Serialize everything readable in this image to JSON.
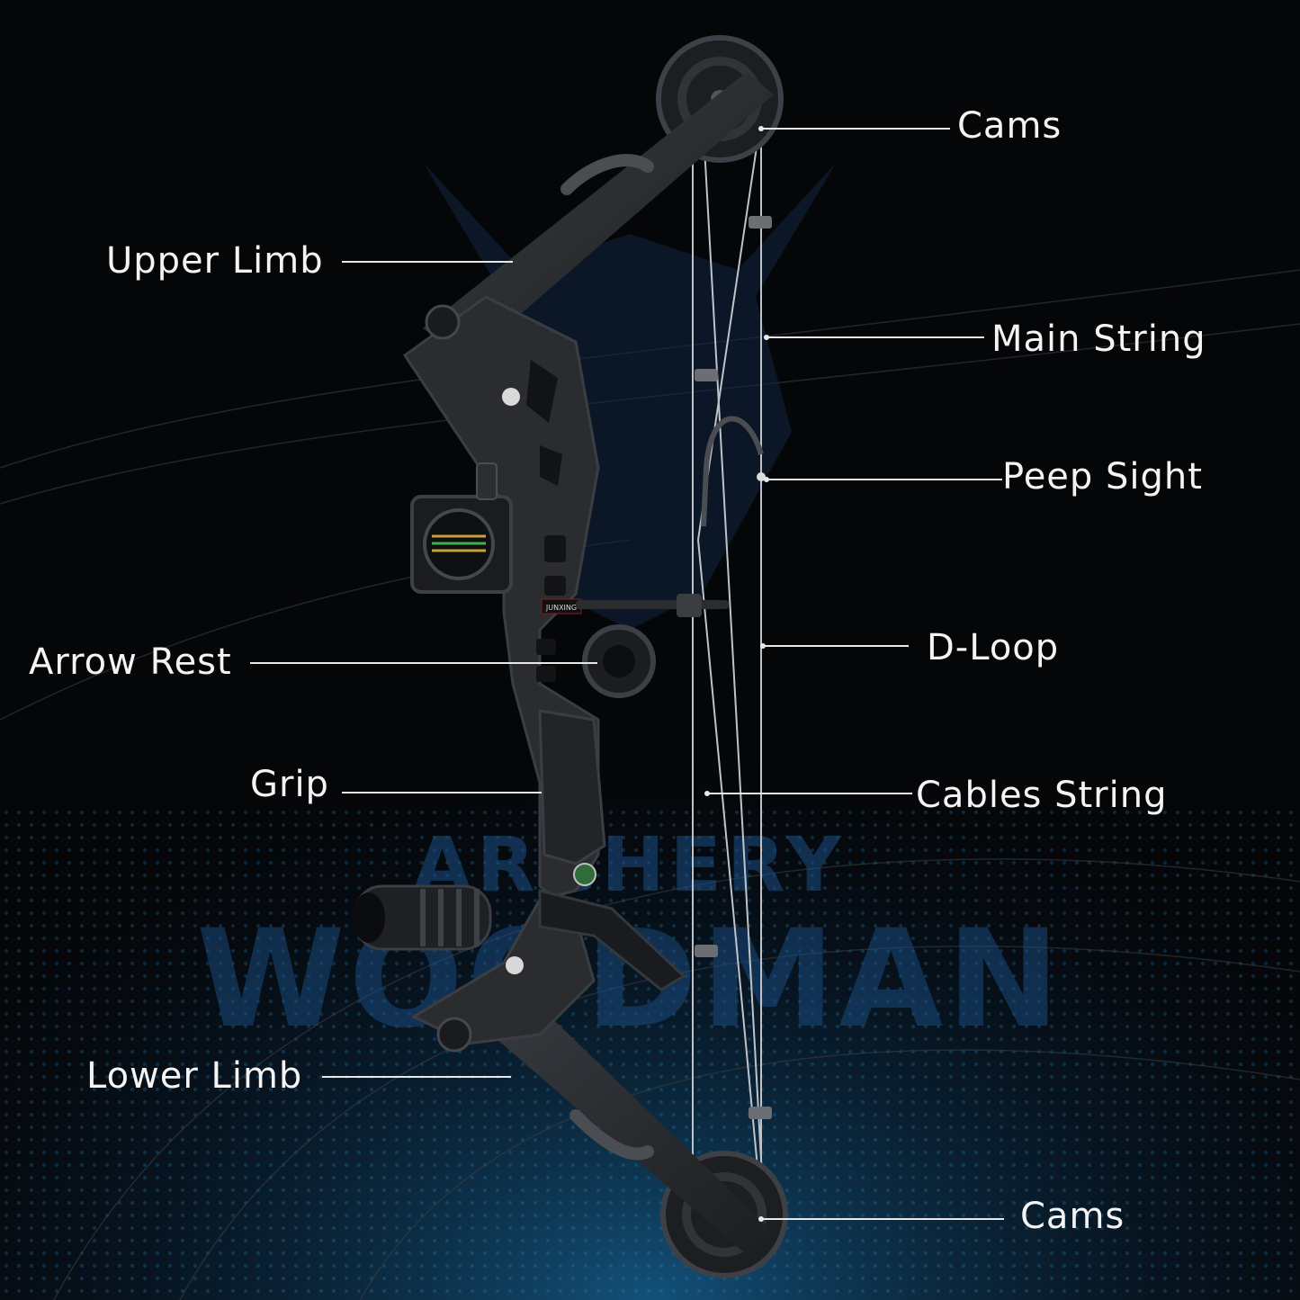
{
  "colors": {
    "background": "#050608",
    "glow_blue": "#1f8fd6",
    "bow_body": "#2a2c30",
    "label_text": "#f4f4f4",
    "leader_line": "#e8e8e8",
    "watermark": "#1b4f86"
  },
  "watermark": {
    "line1": "ARCHERY",
    "line2": "WOODMAN"
  },
  "device_marking": "JUNXING",
  "labels": {
    "cams_top": "Cams",
    "upper_limb": "Upper Limb",
    "main_string": "Main String",
    "peep_sight": "Peep Sight",
    "arrow_rest": "Arrow Rest",
    "d_loop": "D-Loop",
    "grip": "Grip",
    "cables_string": "Cables String",
    "lower_limb": "Lower Limb",
    "cams_bottom": "Cams"
  }
}
